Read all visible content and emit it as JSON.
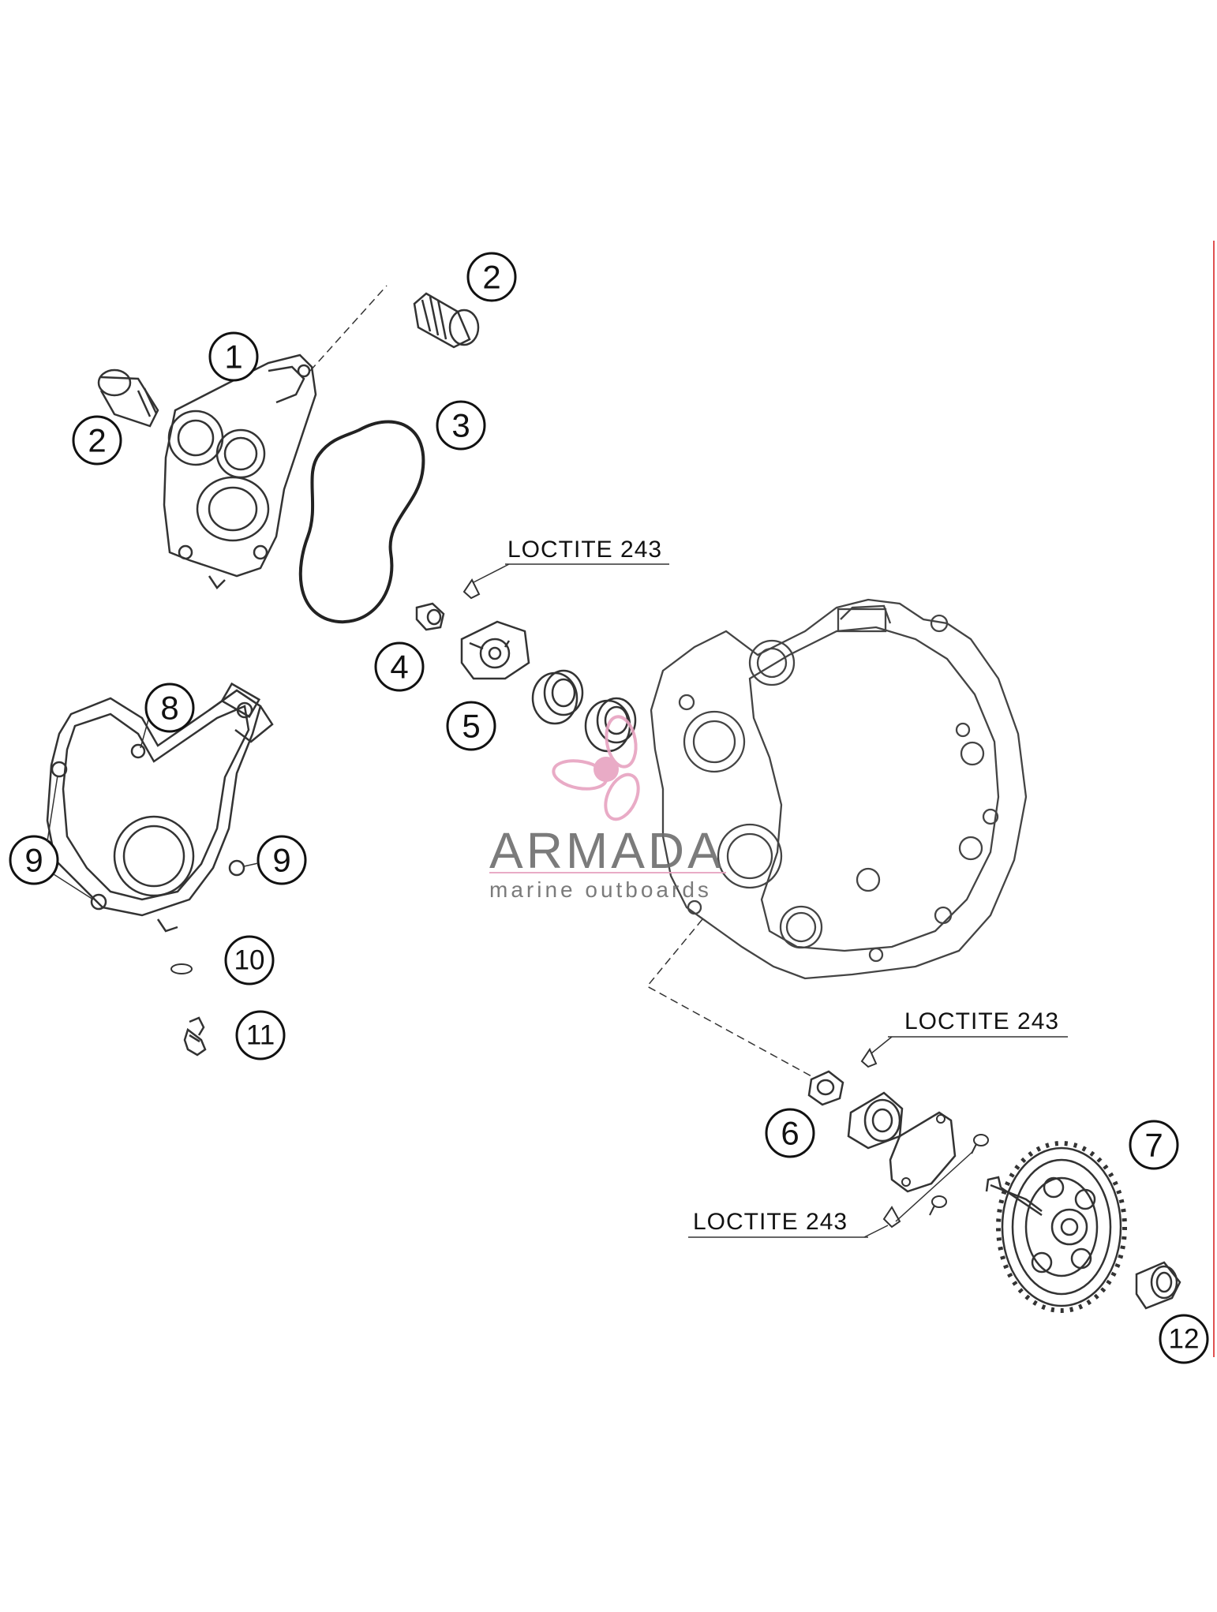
{
  "callouts": {
    "c1": "1",
    "c2a": "2",
    "c2b": "2",
    "c3": "3",
    "c4": "4",
    "c5": "5",
    "c6": "6",
    "c7": "7",
    "c8": "8",
    "c9a": "9",
    "c9b": "9",
    "c10": "10",
    "c11": "11",
    "c12": "12"
  },
  "labels": {
    "loctite_1": "LOCTITE 243",
    "loctite_2": "LOCTITE 243",
    "loctite_3": "LOCTITE 243"
  },
  "watermark": {
    "brand": "ARMADA",
    "tagline": "marine outboards",
    "accent_color": "#e7a3c0",
    "text_color": "#6d6d6d"
  },
  "colors": {
    "line": "#333333",
    "edge_marker": "#e05050"
  }
}
